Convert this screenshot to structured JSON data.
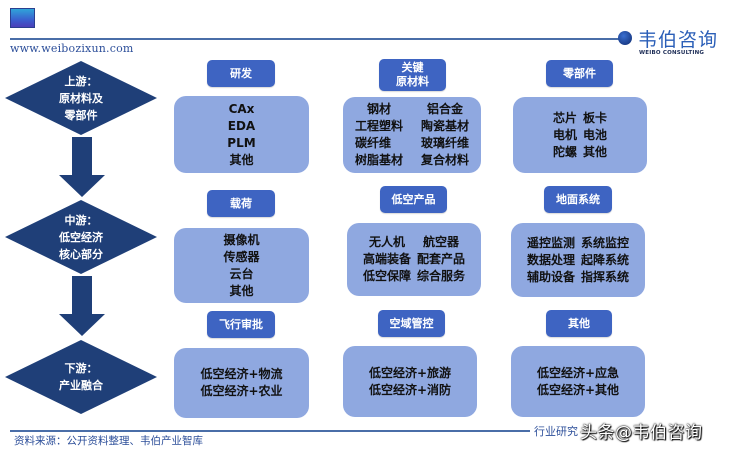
{
  "header": {
    "site_url": "www.weibozixun.com",
    "brand_cn": "韦伯咨询",
    "brand_en": "WEIBO CONSULTING"
  },
  "colors": {
    "stage_fill": "#1f3f78",
    "label_fill": "#3e64c2",
    "box_fill": "#8fa8e0",
    "line": "#4a6ea8"
  },
  "stages": [
    {
      "lines": [
        "上游：",
        "原材料及",
        "零部件"
      ]
    },
    {
      "lines": [
        "中游：",
        "低空经济",
        "核心部分"
      ]
    },
    {
      "lines": [
        "下游：",
        "产业融合"
      ]
    }
  ],
  "rows": [
    {
      "categories": [
        {
          "label": [
            "研发"
          ],
          "items": [
            "CAx",
            "EDA",
            "PLM",
            "其他"
          ]
        },
        {
          "label": [
            "关键",
            "原材料"
          ],
          "items": [
            "钢材",
            "铝合金",
            "工程塑料",
            "陶瓷基材",
            "碳纤维",
            "玻璃纤维",
            "树脂基材",
            "复合材料"
          ]
        },
        {
          "label": [
            "零部件"
          ],
          "items": [
            "芯片",
            "板卡",
            "电机",
            "电池",
            "陀螺",
            "其他"
          ]
        }
      ]
    },
    {
      "categories": [
        {
          "label": [
            "载荷"
          ],
          "items": [
            "摄像机",
            "传感器",
            "云台",
            "其他"
          ]
        },
        {
          "label": [
            "低空产品"
          ],
          "items": [
            "无人机",
            "航空器",
            "高端装备",
            "配套产品",
            "低空保障",
            "综合服务"
          ]
        },
        {
          "label": [
            "地面系统"
          ],
          "items": [
            "遥控监测",
            "系统监控",
            "数据处理",
            "起降系统",
            "辅助设备",
            "指挥系统"
          ]
        }
      ]
    },
    {
      "categories": [
        {
          "label": [
            "飞行审批"
          ],
          "items": [
            "低空经济+物流",
            "低空经济+农业"
          ]
        },
        {
          "label": [
            "空域管控"
          ],
          "items": [
            "低空经济+旅游",
            "低空经济+消防"
          ]
        },
        {
          "label": [
            "其他"
          ],
          "items": [
            "低空经济+应急",
            "低空经济+其他"
          ]
        }
      ]
    }
  ],
  "footer": {
    "source": "资料来源：公开资料整理、韦伯产业智库",
    "category": "行业研究",
    "watermark": "头条@韦伯咨询"
  }
}
